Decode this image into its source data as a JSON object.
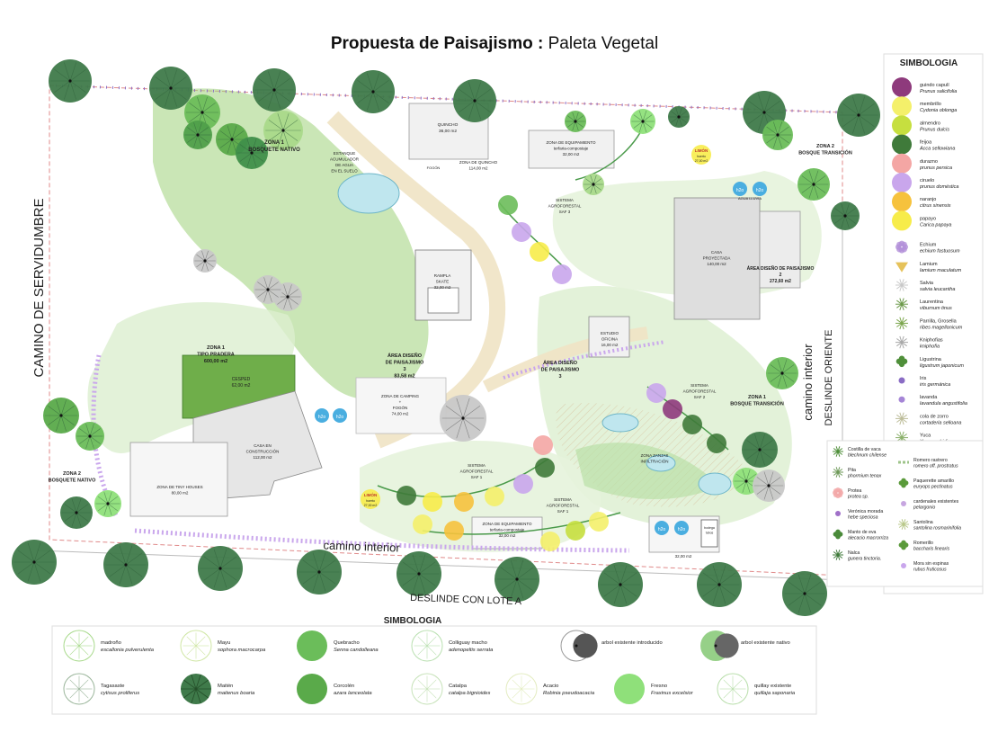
{
  "title": {
    "bold": "Propuesta de Paisajismo :",
    "normal": " Paleta Vegetal"
  },
  "edge_labels": {
    "west": "CAMINO DE SERVIDUMBRE",
    "south_road": "camino interior",
    "east_road": "camino interior",
    "east_edge": "DESLINDE ORIENTE",
    "south_edge": "DESLINDE CON LOTE A"
  },
  "zones": [
    {
      "id": "zona1-bosquete",
      "lines": [
        "ZONA 1",
        "BOSQUETE NATIVO"
      ]
    },
    {
      "id": "zona1-pradera",
      "lines": [
        "ZONA 1",
        "TIPO PRADERA",
        "600,00 m2"
      ]
    },
    {
      "id": "zona2-bosquete",
      "lines": [
        "ZONA 2",
        "BOSQUETE NATIVO"
      ]
    },
    {
      "id": "zona2-bosque-transicion",
      "lines": [
        "ZONA 2",
        "BOSQUE TRANSICIÓN"
      ]
    },
    {
      "id": "zona1-bosque-transicion",
      "lines": [
        "ZONA 1",
        "BOSQUE TRANSICIÓN"
      ]
    },
    {
      "id": "area-diseno-3a",
      "lines": [
        "ÁREA DISEÑO",
        "DE PAISAJISMO",
        "3",
        "83,58 m2"
      ]
    },
    {
      "id": "area-diseno-3b",
      "lines": [
        "ÁREA DISEÑO",
        "DE PAISAJISMO",
        "3"
      ]
    },
    {
      "id": "area-diseno-2",
      "lines": [
        "ÁREA DISEÑO DE PAISAJISMO",
        "2",
        "272,60 m2"
      ]
    }
  ],
  "buildings": [
    {
      "id": "quincho",
      "lines": [
        "QUINCHO",
        "36,00 m2"
      ]
    },
    {
      "id": "zona-quincho",
      "lines": [
        "ZONA DE QUINCHO",
        "114,00 m2"
      ]
    },
    {
      "id": "equipamiento-norte",
      "lines": [
        "ZONA DE EQUIPAMIENTO",
        "terfaria-compostaje",
        "32,00 m2"
      ]
    },
    {
      "id": "casa-proyectada",
      "lines": [
        "CASA",
        "PROYECTADA",
        "140,00 m2"
      ]
    },
    {
      "id": "estanque",
      "lines": [
        "ESTANQUE",
        "ACUMULADOR",
        "DE AGUA",
        "EN EL SUELO"
      ]
    },
    {
      "id": "rampla",
      "lines": [
        "RAMPLA",
        "SKATE",
        "32,00 m2"
      ]
    },
    {
      "id": "cesped",
      "lines": [
        "CESPED",
        "62,00 m2"
      ]
    },
    {
      "id": "casa-construccion",
      "lines": [
        "CASA EN",
        "CONSTRUCCIÓN",
        "112,00 m2"
      ]
    },
    {
      "id": "tiny-houses",
      "lines": [
        "ZONA DE TINY HOUSES",
        "80,00 m2"
      ]
    },
    {
      "id": "camping",
      "lines": [
        "ZONA DE CAMPING",
        "+",
        "FOGÓN",
        "74,00 m2"
      ]
    },
    {
      "id": "estudio",
      "lines": [
        "ESTUDIO",
        "OFICINA",
        "16,00 m2"
      ]
    },
    {
      "id": "saf3",
      "lines": [
        "SISTEMA",
        "AGROFORESTAL",
        "SAF 3"
      ]
    },
    {
      "id": "saf2",
      "lines": [
        "SISTEMA",
        "AGROFORESTAL",
        "SAF 2"
      ]
    },
    {
      "id": "saf1a",
      "lines": [
        "SISTEMA",
        "AGROFORESTAL",
        "SAF 1"
      ]
    },
    {
      "id": "saf1b",
      "lines": [
        "SISTEMA",
        "AGROFORESTAL",
        "SAF 1"
      ]
    },
    {
      "id": "zanjas",
      "lines": [
        "ZONA ZANJAS",
        "INFILTRACIÓN"
      ]
    },
    {
      "id": "equipamiento-sur",
      "lines": [
        "ZONA DE EQUIPAMIENTO",
        "terfaria-compostaje",
        "32,00 m2"
      ]
    },
    {
      "id": "bodega",
      "lines": [
        "bodega",
        "tubos"
      ]
    }
  ],
  "small_labels": {
    "fogon": "FOGÓN",
    "h2o": "h2o",
    "agua_lluvia": "AGUA LLUVIA",
    "limon": "LIMÓN",
    "huerto": "huerto",
    "huerto_area": "27,00 m2",
    "equip_sur_area": "32,00 m2"
  },
  "right_legend": {
    "title": "SIMBOLOGIA",
    "items": [
      {
        "common": "guindo capulí",
        "sci": "Prunus salicifolia",
        "color": "#8e3a7c",
        "kind": "disc"
      },
      {
        "common": "membrillo",
        "sci": "Cydonia oblonga",
        "color": "#f4f06a",
        "kind": "disc"
      },
      {
        "common": "almendro",
        "sci": "Prunus dulcis",
        "color": "#c6df3f",
        "kind": "disc"
      },
      {
        "common": "feijoa",
        "sci": "Acca sellowiana",
        "color": "#3f7a3a",
        "kind": "disc"
      },
      {
        "common": "durazno",
        "sci": "prunus persica",
        "color": "#f4a6a4",
        "kind": "disc"
      },
      {
        "common": "ciruelo",
        "sci": "prunus doméstica",
        "color": "#c9a6ec",
        "kind": "disc"
      },
      {
        "common": "naranjo",
        "sci": "citrus sinensis",
        "color": "#f6c23d",
        "kind": "disc"
      },
      {
        "common": "papayo",
        "sci": "Carica papaya",
        "color": "#f7ec4a",
        "kind": "disc"
      },
      {
        "common": "Echium",
        "sci": "echium fastuosum",
        "color": "#b28fd8",
        "kind": "flower"
      },
      {
        "common": "Lamium",
        "sci": "lamium maculatum",
        "color": "#e6c25a",
        "kind": "wedge"
      },
      {
        "common": "Salvia",
        "sci": "salvia leucantha",
        "color": "#c8c8c8",
        "kind": "star"
      },
      {
        "common": "Laurentina",
        "sci": "viburnum tinus",
        "color": "#6c9a4a",
        "kind": "star"
      },
      {
        "common": "Parrilla, Grosella",
        "sci": "ribes magellanicum",
        "color": "#7ba54c",
        "kind": "star"
      },
      {
        "common": "Kniphofias",
        "sci": "kniphofia",
        "color": "#a8a8a8",
        "kind": "star"
      },
      {
        "common": "Ligustrina",
        "sci": "ligustrum japonicum",
        "color": "#4f8f3a",
        "kind": "clover"
      },
      {
        "common": "Iris",
        "sci": "iris germánica",
        "color": "#8a6cc4",
        "kind": "dot"
      },
      {
        "common": "lavanda",
        "sci": "lavandula angustifolia",
        "color": "#a585d6",
        "kind": "dot"
      },
      {
        "common": "cola de zorro",
        "sci": "cortaderia selloana",
        "color": "#bdbd9a",
        "kind": "star"
      },
      {
        "common": "Yuca",
        "sci": "Yucca schidigera",
        "color": "#8ab06a",
        "kind": "star"
      }
    ]
  },
  "right_legend_b": {
    "items": [
      {
        "common": "Costilla de vaca",
        "sci": "blechnum chilense",
        "color": "#4f8f3a",
        "kind": "star"
      },
      {
        "common": "Romero rastrero",
        "sci": "romero off. prostratus",
        "color": "#9ec48a",
        "kind": "dash"
      },
      {
        "common": "Pita",
        "sci": "phormium tenax",
        "color": "#6f9a5a",
        "kind": "star"
      },
      {
        "common": "Paquerette amarillo",
        "sci": "euryops pectinatus",
        "color": "#5a9a3a",
        "kind": "clover"
      },
      {
        "common": "Protea",
        "sci": "protea sp.",
        "color": "#f2a6a6",
        "kind": "flower"
      },
      {
        "common": "cardenales existentes",
        "sci": "pelargonio",
        "color": "#c7a6e0",
        "kind": "dot"
      },
      {
        "common": "Verónica morada",
        "sci": "hebe speciosa",
        "color": "#a070c8",
        "kind": "dot"
      },
      {
        "common": "Santolina",
        "sci": "santolina rosmarinifolia",
        "color": "#b9c88a",
        "kind": "star"
      },
      {
        "common": "Manto de eva",
        "sci": "alecacio macrorriza",
        "color": "#4a8a3a",
        "kind": "clover"
      },
      {
        "common": "Romerillo",
        "sci": "baccharis linearis",
        "color": "#5a9a3a",
        "kind": "clover"
      },
      {
        "common": "Nalca",
        "sci": "gunera tinctoria.",
        "color": "#3f7a3a",
        "kind": "star"
      },
      {
        "common": "Mora sin espinas",
        "sci": "rubus fruticosus",
        "color": "#c9a6ec",
        "kind": "dot"
      }
    ]
  },
  "bottom_legend": {
    "title": "SIMBOLOGIA",
    "items": [
      {
        "common": "madroño",
        "sci": "escallonia pulverulenta",
        "color": "#a7d98a",
        "kind": "outline"
      },
      {
        "common": "Mayu",
        "sci": "sophora macrocarpa",
        "color": "#cfe6a3",
        "kind": "outline"
      },
      {
        "common": "Quebracho",
        "sci": "Senna candolleana",
        "color": "#6bbd5a",
        "kind": "solid"
      },
      {
        "common": "Colliguay macho",
        "sci": "adenopeltis serrata",
        "color": "#b9e0b0",
        "kind": "outline"
      },
      {
        "common": "arbol existente introducido",
        "sci": "",
        "color": "#555555",
        "kind": "gray"
      },
      {
        "common": "arbol existente nativo",
        "sci": "",
        "color": "#7cc46a",
        "kind": "graygreen"
      },
      {
        "common": "Tagasaste",
        "sci": "cytisus proliferus",
        "color": "#9ab59a",
        "kind": "outline"
      },
      {
        "common": "Maitén",
        "sci": "maitenus boaria",
        "color": "#3f7a4a",
        "kind": "dark"
      },
      {
        "common": "Corcolén",
        "sci": "azara lanceolata",
        "color": "#5aaa4a",
        "kind": "solid"
      },
      {
        "common": "Catalpa",
        "sci": "catalpa bignioides",
        "color": "#c6e2b8",
        "kind": "outline"
      },
      {
        "common": "Acacio",
        "sci": "Robinia pseudoacacia",
        "color": "#e3ecc0",
        "kind": "outline"
      },
      {
        "common": "Fresno",
        "sci": "Fraxinus excelsior",
        "color": "#8fe07a",
        "kind": "solid"
      },
      {
        "common": "quillay existente",
        "sci": "quillaja saponaria",
        "color": "#b8deaa",
        "kind": "outline"
      }
    ]
  }
}
